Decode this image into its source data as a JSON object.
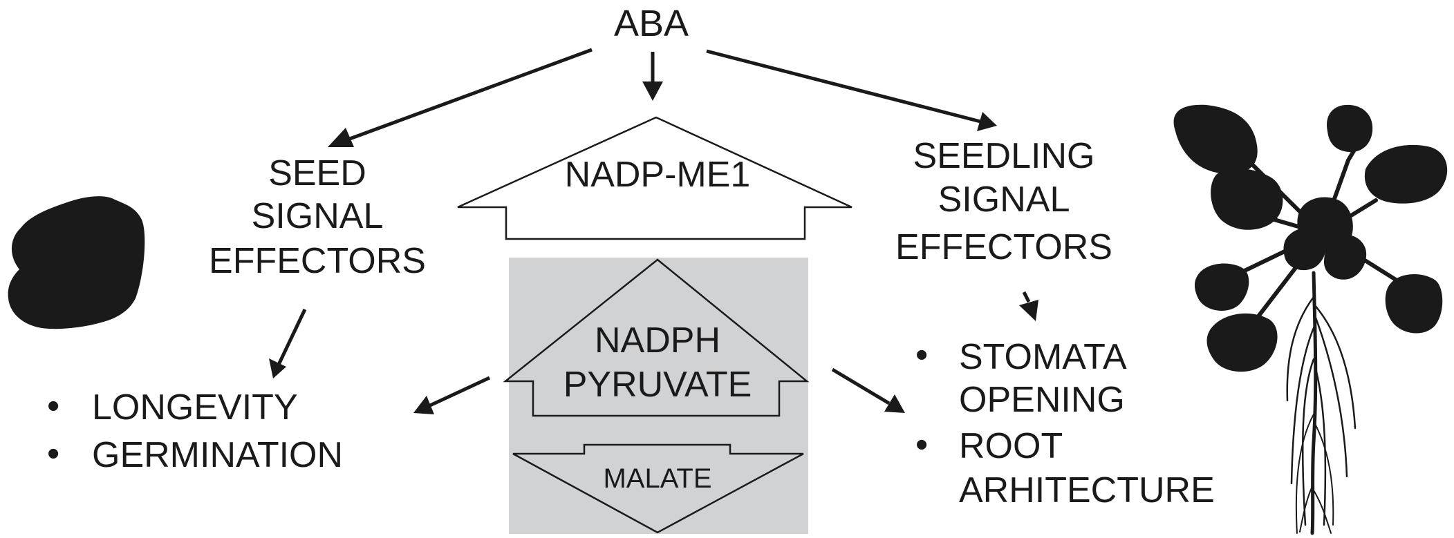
{
  "top": {
    "label": "ABA"
  },
  "center": {
    "enzyme": "NADP-ME1",
    "products": [
      "NADPH",
      "PYRUVATE"
    ],
    "substrate": "MALATE",
    "panel_color": "#d1d2d4"
  },
  "seed": {
    "effectors": [
      "SEED",
      "SIGNAL",
      "EFFECTORS"
    ],
    "outcomes": [
      "LONGEVITY",
      "GERMINATION"
    ]
  },
  "seedling": {
    "effectors": [
      "SEEDLING",
      "SIGNAL",
      "EFFECTORS"
    ],
    "outcomes": [
      "STOMATA",
      "OPENING",
      "ROOT",
      "ARHITECTURE"
    ]
  },
  "bullet": "•",
  "colors": {
    "ink": "#1a1a1a",
    "background": "#ffffff"
  }
}
